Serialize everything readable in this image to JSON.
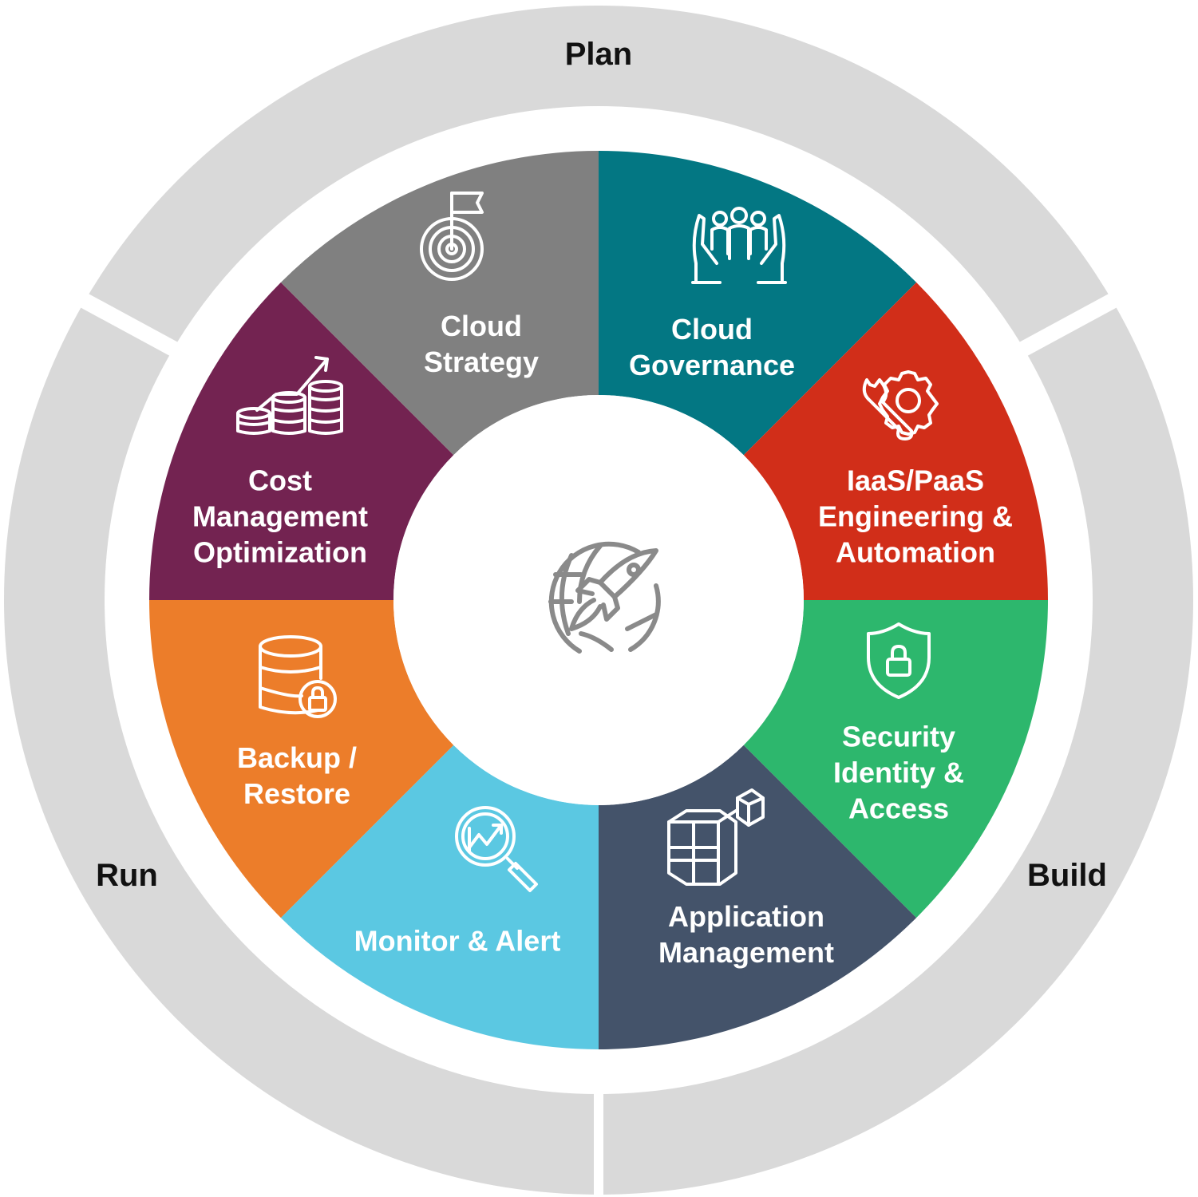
{
  "phases": {
    "plan": "Plan",
    "build": "Build",
    "run": "Run"
  },
  "segments": [
    {
      "lines": [
        "Cloud",
        "Strategy"
      ],
      "color": "#037783",
      "icon": "target-flag-icon"
    },
    {
      "lines": [
        "Cloud",
        "Governance"
      ],
      "color": "#D12E19",
      "icon": "people-in-hands-icon"
    },
    {
      "lines": [
        "IaaS/PaaS",
        "Engineering &",
        "Automation"
      ],
      "color": "#2DB76D",
      "icon": "wrench-gear-icon"
    },
    {
      "lines": [
        "Security",
        "Identity &",
        "Access"
      ],
      "color": "#44536A",
      "icon": "shield-lock-icon"
    },
    {
      "lines": [
        "Application",
        "Management"
      ],
      "color": "#5BC8E2",
      "icon": "cubes-icon"
    },
    {
      "lines": [
        "Monitor & Alert"
      ],
      "color": "#EC7D2A",
      "icon": "chart-magnifier-icon"
    },
    {
      "lines": [
        "Backup /",
        "Restore"
      ],
      "color": "#732351",
      "icon": "database-lock-icon"
    },
    {
      "lines": [
        "Cost",
        "Management",
        "Optimization"
      ],
      "color": "#808080",
      "icon": "coins-growth-icon"
    }
  ],
  "outer_ring_color": "#D9D9D9",
  "center": {
    "icon": "rocket-globe-icon",
    "color": "#8A8A8A"
  }
}
